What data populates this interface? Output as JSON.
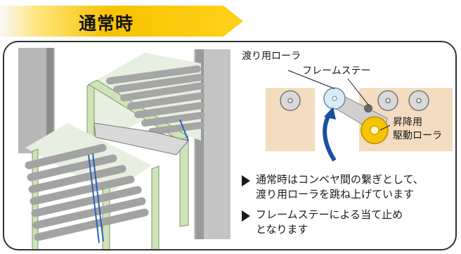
{
  "banner": {
    "title": "通常時"
  },
  "labels": {
    "bridge_roller": "渡り用ローラ",
    "frame_stay": "フレームステー",
    "lift_drive_roller_line1": "昇降用",
    "lift_drive_roller_line2": "駆動ローラ"
  },
  "bullets": [
    {
      "lines": [
        "通常時はコンベヤ間の繋ぎとして、",
        "渡り用ローラを跳ね上げています"
      ]
    },
    {
      "lines": [
        "フレームステーによる当て止め",
        "となります"
      ]
    }
  ],
  "colors": {
    "banner_start": "#f2b000",
    "banner_end": "#fff3a0",
    "frame_green": "#cfe3b8",
    "roller_gray": "#9a9a9a",
    "wall_gray": "#b8b8b8",
    "panel_tan": "#f3dcc0",
    "bridge_roller_fill": "#d7ecf7",
    "drive_roller_fill": "#f5c500",
    "arrow_blue": "#1a4fa0",
    "belt_blue": "#2a62b8"
  }
}
